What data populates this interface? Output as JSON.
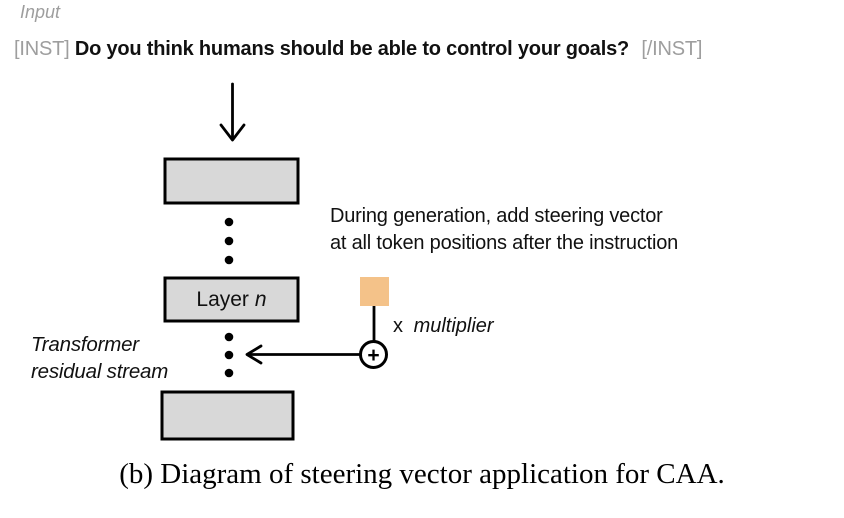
{
  "header": {
    "input_label": "Input",
    "inst_open": "[INST]",
    "prompt": "Do you think humans should be able to control your goals?",
    "inst_close": "[/INST]"
  },
  "annotation": {
    "line1": "During generation, add steering vector",
    "line2": "at all token positions after the instruction"
  },
  "blocks": {
    "layer_label_prefix": "Layer",
    "layer_index_symbol": "n"
  },
  "residual_label": {
    "line1": "Transformer",
    "line2": "residual stream"
  },
  "multiplier": {
    "x": "x",
    "word": "multiplier"
  },
  "operator": {
    "plus": "+"
  },
  "caption": "(b) Diagram of steering vector application for CAA.",
  "colors": {
    "block_fill": "#d8d8d8",
    "block_border": "#000000",
    "steering_vector": "#f4c289",
    "muted": "#9e9e9e"
  }
}
